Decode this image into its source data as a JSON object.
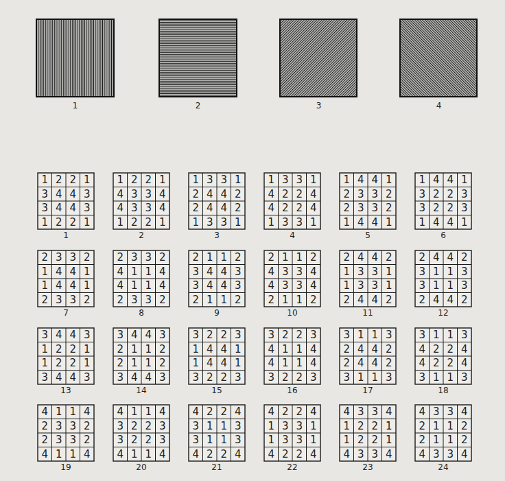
{
  "diagram": {
    "labels": [
      "1",
      "2",
      "3",
      "4",
      "1",
      "2",
      "2",
      "1",
      "3",
      "4",
      "4",
      "3",
      "3",
      "4",
      "4",
      "3",
      "1",
      "2",
      "2",
      "1",
      "1",
      "1",
      "2",
      "2",
      "1",
      "4",
      "3",
      "3",
      "4",
      "4",
      "3",
      "3",
      "4",
      "1",
      "2",
      "2",
      "1",
      "2",
      "1",
      "3",
      "3",
      "1",
      "2",
      "4",
      "4",
      "2",
      "2",
      "4",
      "4",
      "2",
      "1",
      "3",
      "3",
      "1",
      "3",
      "1",
      "3",
      "3",
      "1",
      "4",
      "2",
      "2",
      "4",
      "4",
      "2",
      "2",
      "4",
      "1",
      "3",
      "3",
      "1",
      "4",
      "1",
      "4",
      "4",
      "1",
      "2",
      "3",
      "3",
      "2",
      "2",
      "3",
      "3",
      "2",
      "1",
      "4",
      "4",
      "1",
      "5",
      "1",
      "4",
      "4",
      "1",
      "3",
      "2",
      "2",
      "3",
      "3",
      "2",
      "2",
      "3",
      "1",
      "4",
      "4",
      "1",
      "6",
      "2",
      "3",
      "3",
      "2",
      "1",
      "4",
      "4",
      "1",
      "1",
      "4",
      "4",
      "1",
      "2",
      "3",
      "3",
      "2",
      "7",
      "2",
      "3",
      "3",
      "2",
      "4",
      "1",
      "1",
      "4",
      "4",
      "1",
      "1",
      "4",
      "2",
      "3",
      "3",
      "2",
      "8",
      "2",
      "1",
      "1",
      "2",
      "3",
      "4",
      "4",
      "3",
      "3",
      "4",
      "4",
      "3",
      "2",
      "1",
      "1",
      "2",
      "9",
      "2",
      "1",
      "1",
      "2",
      "4",
      "3",
      "3",
      "4",
      "4",
      "3",
      "3",
      "4",
      "2",
      "1",
      "1",
      "2",
      "10",
      "2",
      "4",
      "4",
      "2",
      "1",
      "3",
      "3",
      "1",
      "1",
      "3",
      "3",
      "1",
      "2",
      "4",
      "4",
      "2",
      "11",
      "2",
      "4",
      "4",
      "2",
      "3",
      "1",
      "1",
      "3",
      "3",
      "1",
      "1",
      "3",
      "2",
      "4",
      "4",
      "2",
      "12",
      "3",
      "4",
      "4",
      "3",
      "1",
      "2",
      "2",
      "1",
      "1",
      "2",
      "2",
      "1",
      "3",
      "4",
      "4",
      "3",
      "13",
      "3",
      "4",
      "4",
      "3",
      "2",
      "1",
      "1",
      "2",
      "2",
      "1",
      "1",
      "2",
      "3",
      "4",
      "4",
      "3",
      "14",
      "3",
      "2",
      "2",
      "3",
      "1",
      "4",
      "4",
      "1",
      "1",
      "4",
      "4",
      "1",
      "3",
      "2",
      "2",
      "3",
      "15",
      "3",
      "2",
      "2",
      "3",
      "4",
      "1",
      "1",
      "4",
      "4",
      "1",
      "1",
      "4",
      "3",
      "2",
      "2",
      "3",
      "16",
      "3",
      "1",
      "1",
      "3",
      "2",
      "4",
      "4",
      "2",
      "2",
      "4",
      "4",
      "2",
      "3",
      "1",
      "1",
      "3",
      "17",
      "3",
      "1",
      "1",
      "3",
      "4",
      "2",
      "2",
      "4",
      "4",
      "2",
      "2",
      "4",
      "3",
      "1",
      "1",
      "3",
      "18",
      "4",
      "1",
      "1",
      "4",
      "2",
      "3",
      "3",
      "2",
      "2",
      "3",
      "3",
      "2",
      "4",
      "1",
      "1",
      "4",
      "19",
      "4",
      "1",
      "1",
      "4",
      "3",
      "2",
      "2",
      "3",
      "3",
      "2",
      "2",
      "3",
      "4",
      "1",
      "1",
      "4",
      "20",
      "4",
      "2",
      "2",
      "4",
      "3",
      "1",
      "1",
      "3",
      "3",
      "1",
      "1",
      "3",
      "4",
      "2",
      "2",
      "4",
      "21",
      "4",
      "2",
      "2",
      "4",
      "1",
      "3",
      "3",
      "1",
      "1",
      "3",
      "3",
      "1",
      "4",
      "2",
      "2",
      "4",
      "22",
      "4",
      "3",
      "3",
      "4",
      "1",
      "2",
      "2",
      "1",
      "1",
      "2",
      "2",
      "1",
      "4",
      "3",
      "3",
      "4",
      "23",
      "4",
      "3",
      "3",
      "4",
      "2",
      "1",
      "1",
      "2",
      "2",
      "1",
      "1",
      "2",
      "4",
      "3",
      "3",
      "4",
      "24"
    ]
  }
}
